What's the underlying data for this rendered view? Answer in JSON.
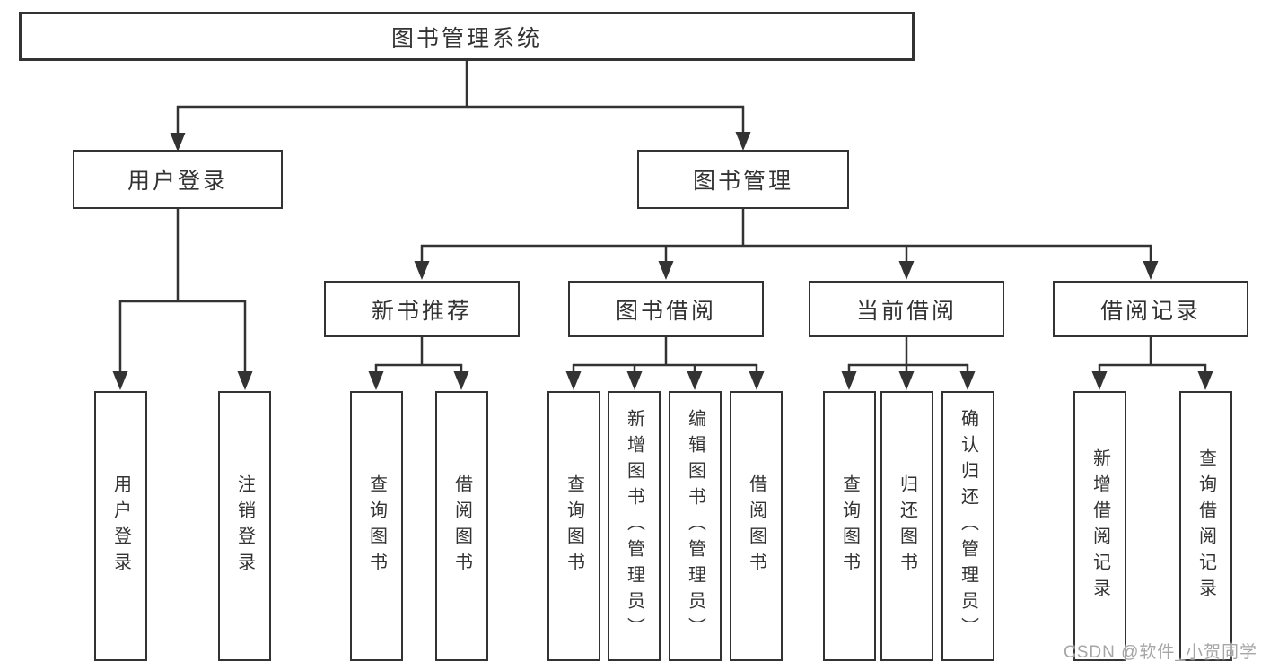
{
  "watermark": "CSDN @软件_小贺同学",
  "colors": {
    "line": "#333333",
    "text": "#333333",
    "background": "#ffffff",
    "watermark": "#a6a6a6"
  },
  "nodes": {
    "root": "图书管理系统",
    "user_login": "用户登录",
    "book_mgmt": "图书管理",
    "new_book_rec": "新书推荐",
    "book_borrow": "图书借阅",
    "current_borrow": "当前借阅",
    "borrow_record": "借阅记录",
    "leaf_user_login": "用户登录",
    "leaf_logout": "注销登录",
    "leaf_query_book_rec": "查询图书",
    "leaf_borrow_book_rec": "借阅图书",
    "leaf_query_book_borrow": "查询图书",
    "leaf_add_book": "新增图书（管理员）",
    "leaf_edit_book": "编辑图书（管理员）",
    "leaf_borrow_book_borrow": "借阅图书",
    "leaf_query_book_current": "查询图书",
    "leaf_return_book": "归还图书",
    "leaf_confirm_return": "确认归还（管理员）",
    "leaf_add_borrow_record": "新增借阅记录",
    "leaf_query_borrow_record": "查询借阅记录"
  },
  "tree": {
    "图书管理系统": {
      "用户登录": [
        "用户登录",
        "注销登录"
      ],
      "图书管理": {
        "新书推荐": [
          "查询图书",
          "借阅图书"
        ],
        "图书借阅": [
          "查询图书",
          "新增图书（管理员）",
          "编辑图书（管理员）",
          "借阅图书"
        ],
        "当前借阅": [
          "查询图书",
          "归还图书",
          "确认归还（管理员）"
        ],
        "借阅记录": [
          "新增借阅记录",
          "查询借阅记录"
        ]
      }
    }
  }
}
